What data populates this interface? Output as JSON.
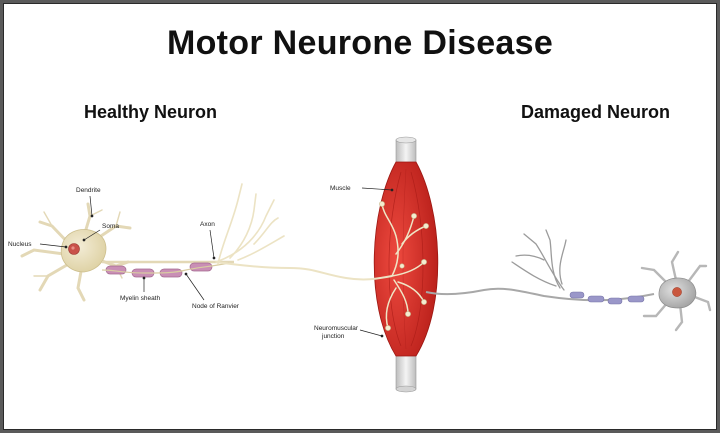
{
  "title": "Motor Neurone Disease",
  "sections": {
    "healthy": "Healthy Neuron",
    "damaged": "Damaged Neuron"
  },
  "labels": {
    "dendrite": "Dendrite",
    "soma": "Soma",
    "nucleus": "Nucleus",
    "axon": "Axon",
    "myelin_sheath": "Myelin sheath",
    "node_of_ranvier": "Node of Ranvier",
    "muscle": "Muscle",
    "nmj_line1": "Neuromuscular",
    "nmj_line2": "junction"
  },
  "colors": {
    "healthy_soma": "#e8dfc4",
    "healthy_nucleus": "#c9514a",
    "myelin": "#c98fb5",
    "muscle": "#d7322b",
    "damaged_soma": "#c6c6c6",
    "damaged_myelin": "#9a97c9",
    "damaged_axon": "#a8a8a8"
  }
}
